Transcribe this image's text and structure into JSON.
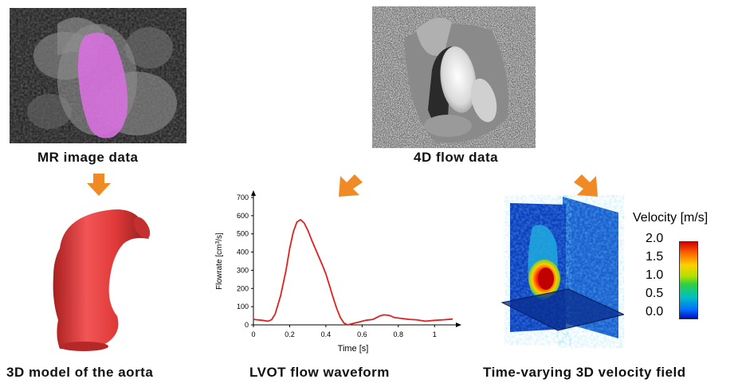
{
  "captions": {
    "mr_image": "MR image data",
    "flow_4d": "4D flow data",
    "aorta_model": "3D model of the aorta",
    "lvot_waveform": "LVOT flow waveform",
    "velocity_field": "Time-varying 3D velocity field"
  },
  "colorbar": {
    "title": "Velocity [m/s]",
    "ticks": [
      "2.0",
      "1.5",
      "1.0",
      "0.5",
      "0.0"
    ]
  },
  "colors": {
    "arrow": "#f08a24",
    "aorta": "#e03a3a",
    "segmentation": "#d86be0",
    "waveform": "#e02020"
  },
  "chart_data": {
    "type": "line",
    "xlabel": "Time [s]",
    "ylabel_prefix": "Flowrate [cm",
    "ylabel_sup": "3",
    "ylabel_suffix": "/s]",
    "xlim": [
      0,
      1.1
    ],
    "ylim": [
      0,
      700
    ],
    "x_ticks": [
      "0",
      "0.2",
      "0.4",
      "0.6",
      "0.8",
      "1"
    ],
    "y_ticks": [
      "0",
      "100",
      "200",
      "300",
      "400",
      "500",
      "600",
      "700"
    ],
    "series": [
      {
        "x": [
          0,
          0.05,
          0.08,
          0.1,
          0.12,
          0.15,
          0.18,
          0.2,
          0.22,
          0.24,
          0.26,
          0.28,
          0.3,
          0.32,
          0.35,
          0.38,
          0.4,
          0.42,
          0.44,
          0.46,
          0.48,
          0.5,
          0.52,
          0.55,
          0.58,
          0.62,
          0.66,
          0.7,
          0.72,
          0.75,
          0.78,
          0.82,
          0.86,
          0.9,
          0.95,
          1.0,
          1.05,
          1.1
        ],
        "y": [
          30,
          25,
          20,
          28,
          60,
          160,
          300,
          420,
          510,
          565,
          578,
          560,
          520,
          470,
          400,
          330,
          280,
          215,
          150,
          90,
          40,
          10,
          0,
          8,
          15,
          25,
          30,
          50,
          55,
          52,
          40,
          35,
          30,
          28,
          20,
          25,
          28,
          32
        ]
      }
    ]
  }
}
